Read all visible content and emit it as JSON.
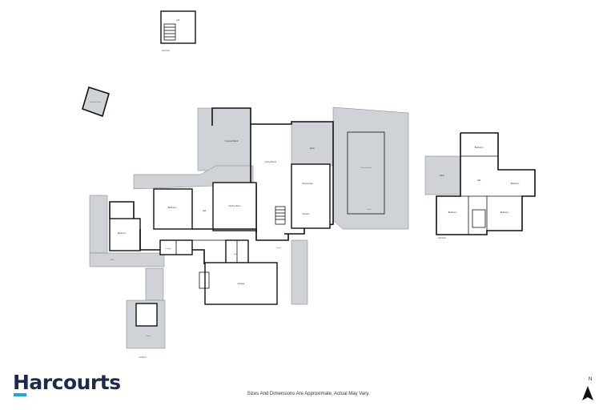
{
  "brand": {
    "logo_text": "Harcourts",
    "accent_color": "#1aa7e0",
    "text_color": "#1d2a4e"
  },
  "disclaimer": "Sizes And Dimensions Are Approximate, Actual May Vary.",
  "north": {
    "label": "N",
    "icon": "north-arrow-icon"
  },
  "floors": {
    "loft_label": "Loft",
    "second_floor_label": "2nd Floor",
    "first_floor_label": "1st Floor"
  },
  "rooms": {
    "loft": "Loft",
    "covered_porch": "Covered Porch",
    "covered_deck": "Covered Deck",
    "living_room": "Living Room",
    "kitchen": "Kitchen",
    "dining_area": "Dining Area",
    "deck": "Deck",
    "covered_patio": "Covered Patio",
    "bedroom": "Bedroom",
    "family_room": "Family Room",
    "laundry": "Laundry",
    "garage": "Garage",
    "patio": "Patio",
    "bath": "Bath",
    "hall": "Hall",
    "foyer": "Foyer",
    "loft_room": "Loft"
  }
}
